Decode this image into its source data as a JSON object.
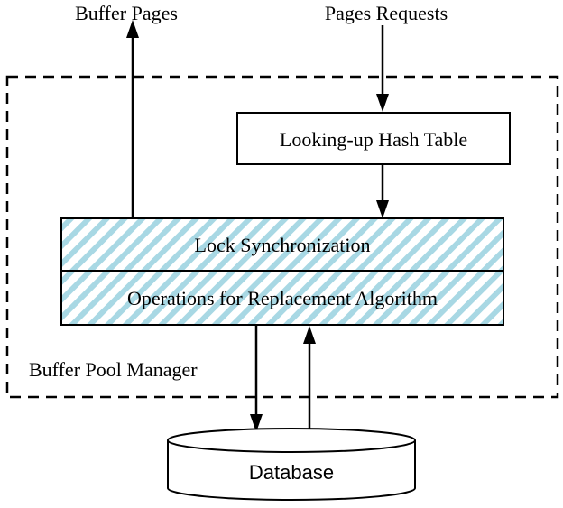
{
  "labels": {
    "buffer_pages": "Buffer Pages",
    "pages_requests": "Pages Requests",
    "hash_table": "Looking-up Hash Table",
    "lock_sync": "Lock Synchronization",
    "replacement_ops": "Operations for Replacement Algorithm",
    "buffer_pool_manager": "Buffer Pool Manager",
    "database": "Database"
  },
  "colors": {
    "hatch_stripe": "#a8d8e4",
    "stroke": "#000000",
    "background": "#ffffff"
  }
}
